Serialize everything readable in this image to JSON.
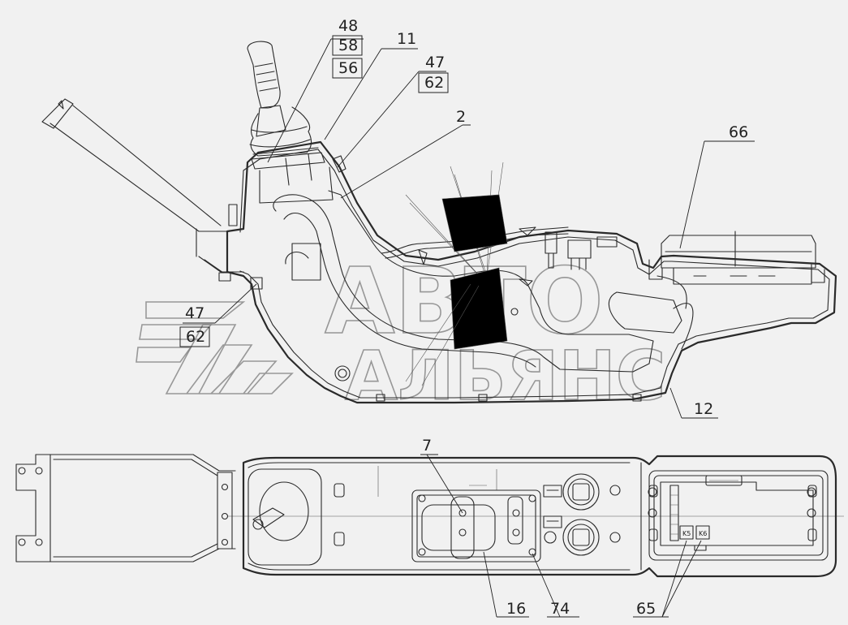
{
  "callouts": {
    "c48": "48",
    "c58": "58",
    "c56": "56",
    "c11": "11",
    "c47a": "47",
    "c62a": "62",
    "c2": "2",
    "c66": "66",
    "c47b": "47",
    "c62b": "62",
    "c12": "12",
    "c7": "7",
    "c16": "16",
    "c74": "74",
    "c65": "65"
  },
  "watermark": {
    "line1": "АВТО",
    "line2": "АЛЬЯНС"
  },
  "relay_labels": {
    "k5": "K5",
    "k6": "K6"
  },
  "colors": {
    "background": "#f1f1f1",
    "line": "#2a2a2a",
    "watermark": "#7a7a7a"
  }
}
